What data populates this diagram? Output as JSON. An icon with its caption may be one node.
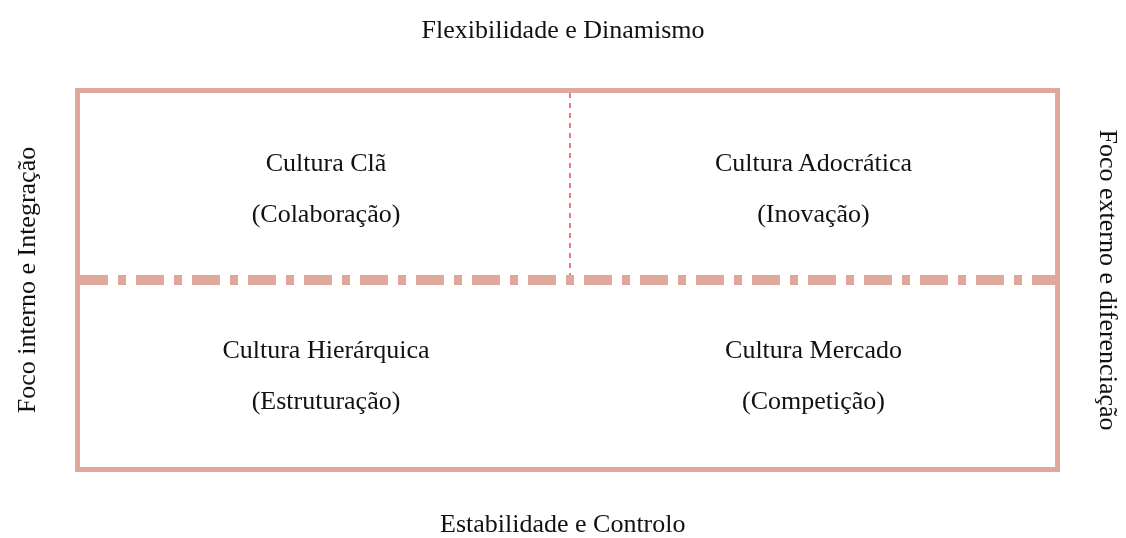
{
  "diagram": {
    "nodes": [
      {
        "text": [],
        "shape": "box"
      },
      {
        "text": [
          "Cultura Clã",
          "(Colaboração)"
        ],
        "in": 0
      },
      {
        "text": [
          "Cultura Adocrática",
          "(Inovação)"
        ],
        "in": 0
      },
      {
        "text": [
          "Cultura Hierárquica",
          "(Estruturação)"
        ],
        "in": 0
      },
      {
        "text": [
          "Cultura Mercado",
          "(Competição)"
        ],
        "in": 0
      }
    ],
    "labels": [
      "Flexibilidade e Dinamismo",
      "Foco interno e Integração",
      "Foco externo e diferenciação",
      "Estabilidade e Controlo"
    ]
  }
}
